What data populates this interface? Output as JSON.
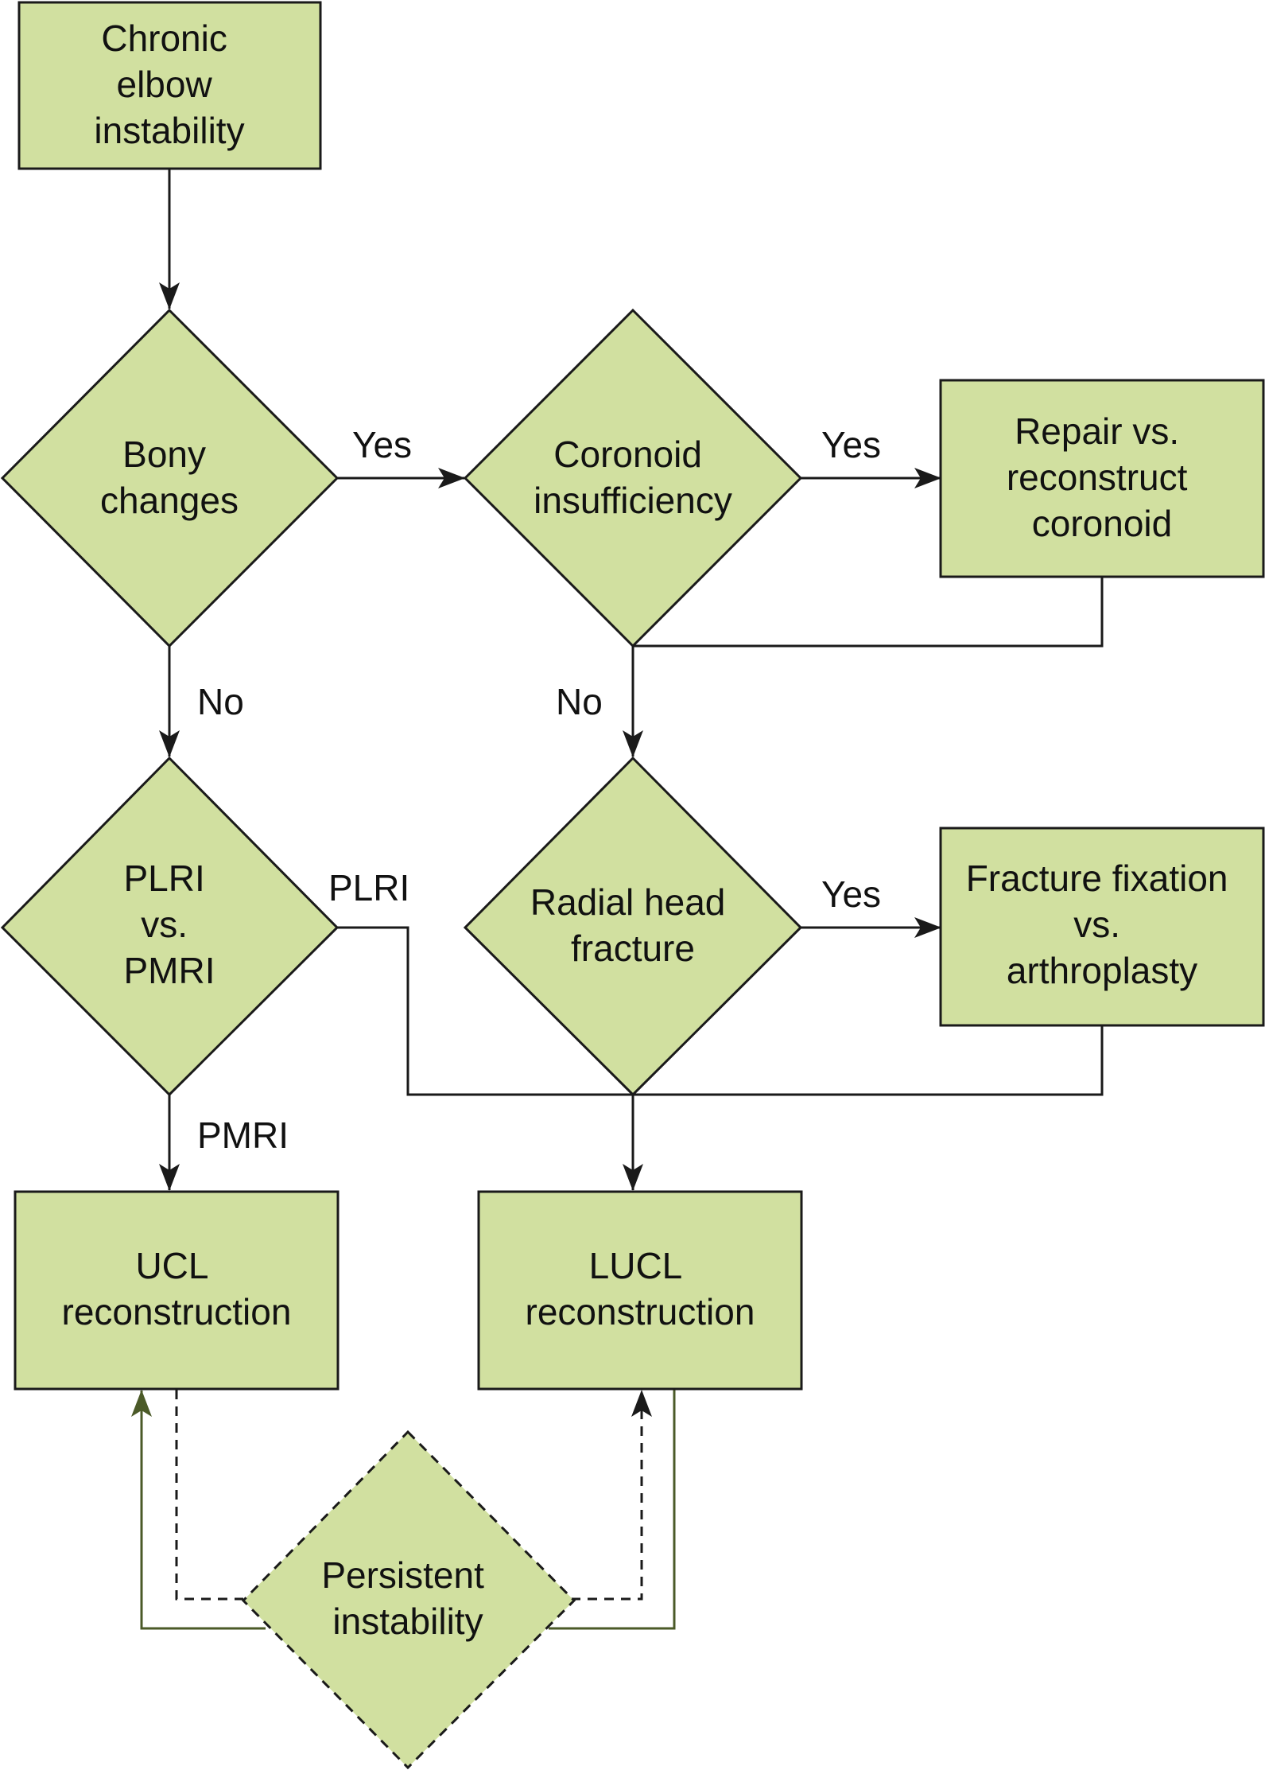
{
  "colors": {
    "node_fill": "#d1e0a0",
    "node_stroke": "#1a1a1a",
    "feedback_arrow": "#4b5a28"
  },
  "nodes": {
    "start": {
      "lines": [
        "Chronic",
        "elbow",
        "instability"
      ]
    },
    "bony_changes": {
      "lines": [
        "Bony",
        "changes"
      ]
    },
    "coronoid": {
      "lines": [
        "Coronoid",
        "insufficiency"
      ]
    },
    "repair_coronoid": {
      "lines": [
        "Repair vs.",
        "reconstruct",
        "coronoid"
      ]
    },
    "plri_pmri": {
      "lines": [
        "PLRI",
        "vs.",
        "PMRI"
      ]
    },
    "radial_head": {
      "lines": [
        "Radial head",
        "fracture"
      ]
    },
    "fracture_fixation": {
      "lines": [
        "Fracture fixation",
        "vs.",
        "arthroplasty"
      ]
    },
    "ucl": {
      "lines": [
        "UCL",
        "reconstruction"
      ]
    },
    "lucl": {
      "lines": [
        "LUCL",
        "reconstruction"
      ]
    },
    "persistent": {
      "lines": [
        "Persistent",
        "instability"
      ]
    }
  },
  "edge_labels": {
    "bony_yes": "Yes",
    "bony_no": "No",
    "coronoid_yes": "Yes",
    "coronoid_no": "No",
    "radial_yes": "Yes",
    "plri": "PLRI",
    "pmri": "PMRI"
  }
}
